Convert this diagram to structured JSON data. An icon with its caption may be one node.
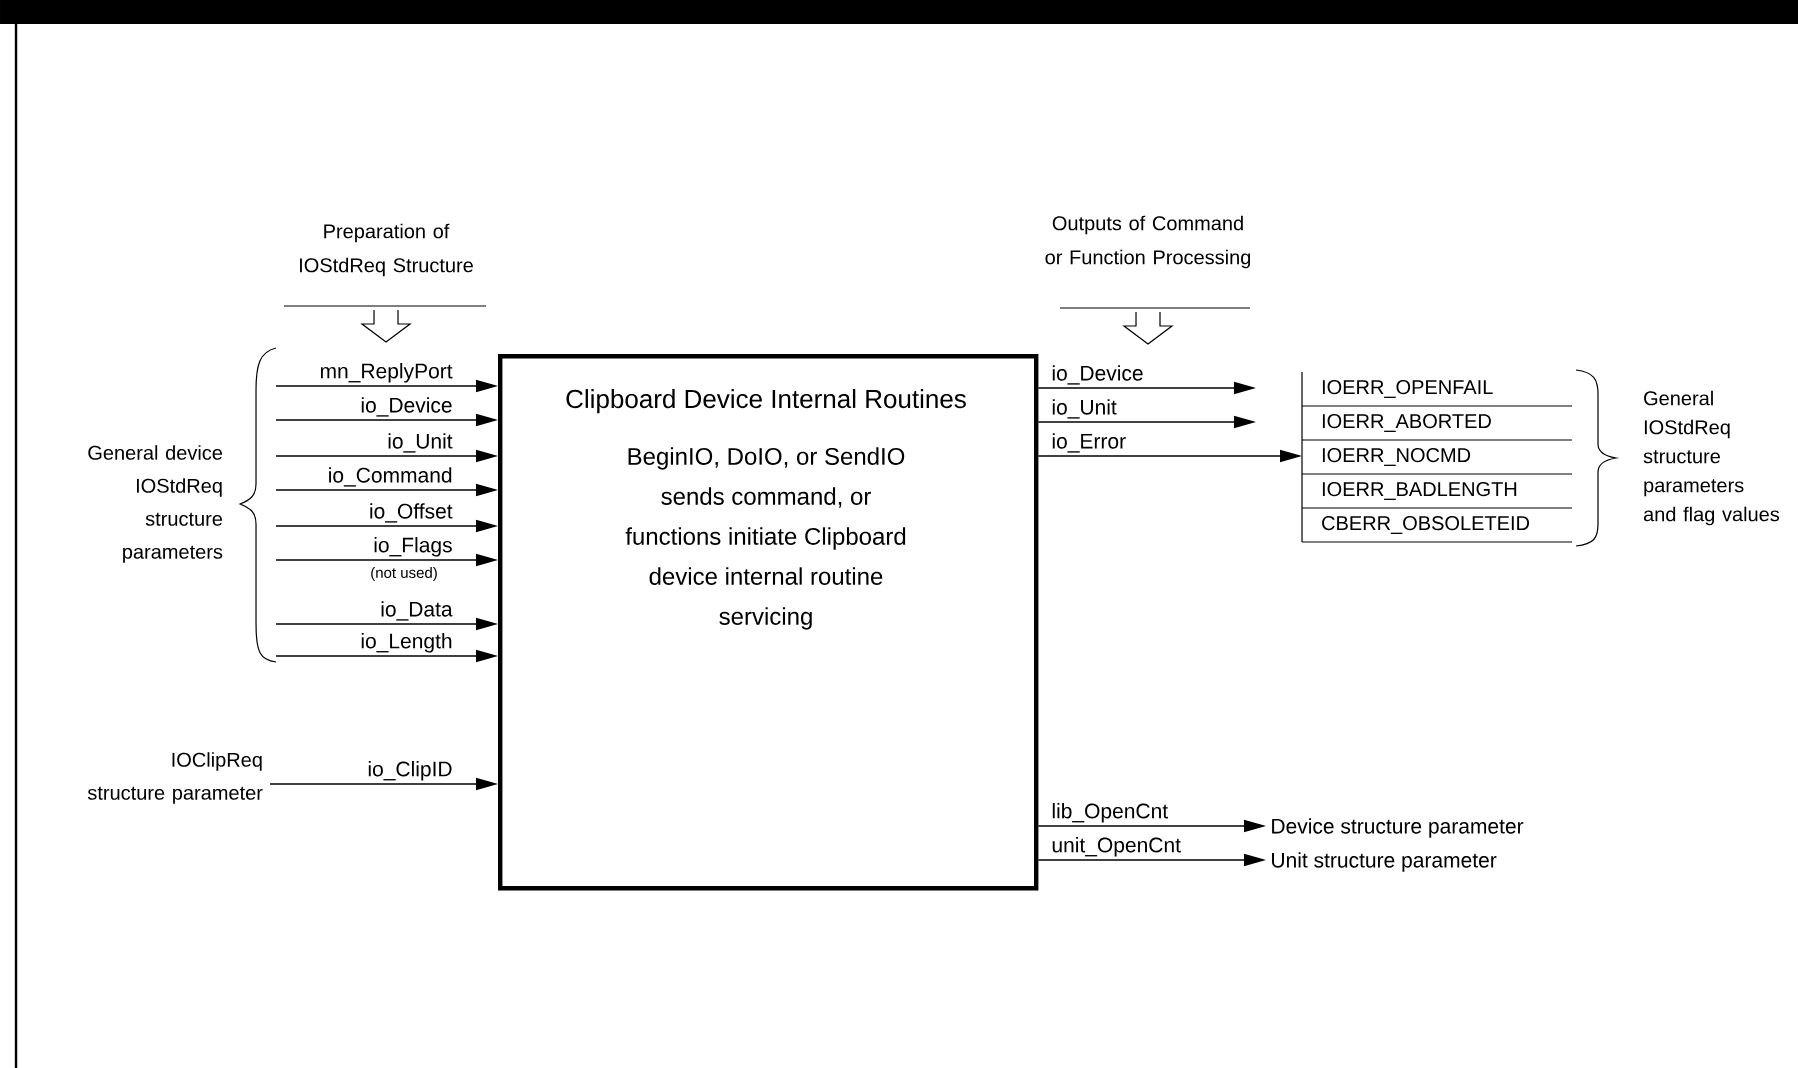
{
  "diagram": {
    "nodes": [
      {
        "text": [
          "Clipboard Device Internal Routines",
          "BeginIO, DoIO, or SendIO sends command, or functions initiate Clipboard device internal routine servicing"
        ]
      },
      {
        "text": [
          "General device IOStdReq structure parameters"
        ]
      },
      {
        "text": [
          "IOClipReq structure parameter"
        ]
      },
      {
        "text": [
          "IOERR_OPENFAIL",
          "IOERR_ABORTED",
          "IOERR_NOCMD",
          "IOERR_BADLENGTH",
          "CBERR_OBSOLETEID"
        ]
      },
      {
        "text": [
          "Device structure parameter"
        ]
      },
      {
        "text": [
          "Unit structure parameter"
        ]
      }
    ],
    "edges": [
      {
        "from": 1,
        "to": 0,
        "arrow": "to",
        "label": "mn_ReplyPort"
      },
      {
        "from": 1,
        "to": 0,
        "arrow": "to",
        "label": "io_Device"
      },
      {
        "from": 1,
        "to": 0,
        "arrow": "to",
        "label": "io_Unit"
      },
      {
        "from": 1,
        "to": 0,
        "arrow": "to",
        "label": "io_Command"
      },
      {
        "from": 1,
        "to": 0,
        "arrow": "to",
        "label": "io_Offset"
      },
      {
        "from": 1,
        "to": 0,
        "arrow": "to",
        "label": "io_Flags"
      },
      {
        "from": 1,
        "to": 0,
        "arrow": "to",
        "label": "io_Data"
      },
      {
        "from": 1,
        "to": 0,
        "arrow": "to",
        "label": "io_Length"
      },
      {
        "from": 2,
        "to": 0,
        "arrow": "to",
        "label": "io_ClipID"
      },
      {
        "from": 0,
        "to": null,
        "arrow": "to",
        "label": "io_Device"
      },
      {
        "from": 0,
        "to": null,
        "arrow": "to",
        "label": "io_Unit"
      },
      {
        "from": 0,
        "to": 3,
        "arrow": "to",
        "label": "io_Error"
      },
      {
        "from": 0,
        "to": 4,
        "arrow": "to",
        "label": "lib_OpenCnt"
      },
      {
        "from": 0,
        "to": 5,
        "arrow": "to",
        "label": "unit_OpenCnt"
      }
    ],
    "labels": [
      "Preparation of IOStdReq Structure",
      "Outputs of Command or Function Processing",
      "(not used)",
      "General IOStdReq structure parameters and flag values"
    ]
  }
}
